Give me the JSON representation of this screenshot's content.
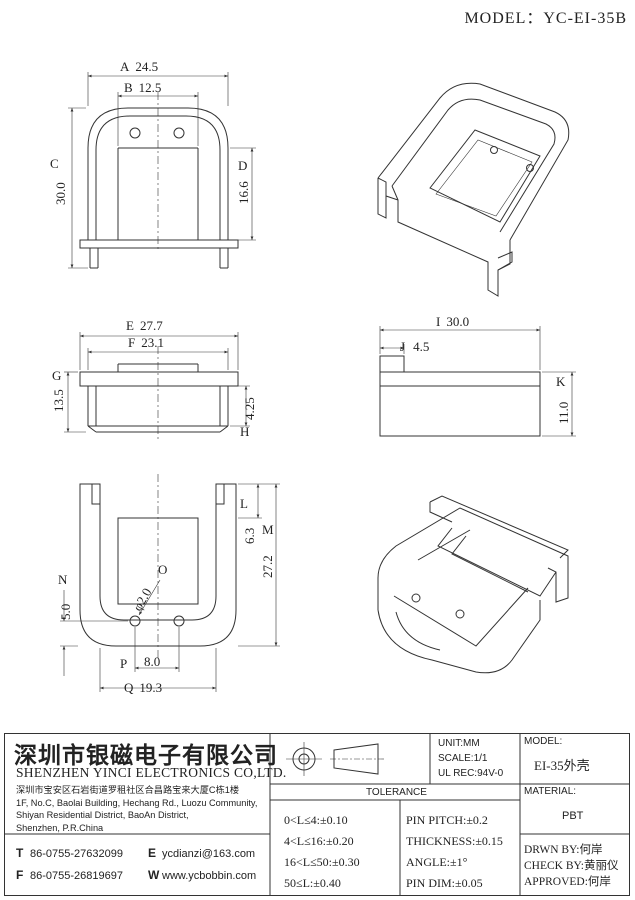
{
  "header": {
    "model": "MODEL：YC-EI-35B"
  },
  "dimensions": {
    "A": {
      "letter": "A",
      "value": "24.5"
    },
    "B": {
      "letter": "B",
      "value": "12.5"
    },
    "C": {
      "letter": "C",
      "value": "30.0"
    },
    "D": {
      "letter": "D",
      "value": "16.6"
    },
    "E": {
      "letter": "E",
      "value": "27.7"
    },
    "F": {
      "letter": "F",
      "value": "23.1"
    },
    "G": {
      "letter": "G",
      "value": "13.5"
    },
    "H": {
      "letter": "H",
      "value": "4.25"
    },
    "I": {
      "letter": "I",
      "value": "30.0"
    },
    "J": {
      "letter": "J",
      "value": "4.5"
    },
    "K": {
      "letter": "K",
      "value": "11.0"
    },
    "L": {
      "letter": "L",
      "value": "6.3"
    },
    "M": {
      "letter": "M",
      "value": "27.2"
    },
    "N": {
      "letter": "N",
      "value": "5.0"
    },
    "O": {
      "letter": "O",
      "value": "φ2.0"
    },
    "P": {
      "letter": "P",
      "value": "8.0"
    },
    "Q": {
      "letter": "Q",
      "value": "19.3"
    }
  },
  "company": {
    "name_cn": "深圳市银磁电子有限公司",
    "name_en": "SHENZHEN YINCI ELECTRONICS CO,LTD.",
    "address_cn": "深圳市宝安区石岩街道罗租社区合昌路宝来大厦C栋1楼",
    "address_en": [
      "1F, No.C, Baolai Building, Hechang Rd., Luozu Community,",
      "Shiyan Residential District, BaoAn District,",
      "Shenzhen, P.R.China"
    ],
    "tel_label": "T",
    "tel": "86-0755-27632099",
    "fax_label": "F",
    "fax": "86-0755-26819697",
    "email_label": "E",
    "email": "ycdianzi@163.com",
    "web_label": "W",
    "web": "www.ycbobbin.com"
  },
  "specs": {
    "unit": "UNIT:MM",
    "scale": "SCALE:1/1",
    "ul": "UL REC:94V-0",
    "model_label": "MODEL:",
    "model_value": "EI-35外壳",
    "material_label": "MATERIAL:",
    "material_value": "PBT"
  },
  "tolerance": {
    "title": "TOLERANCE",
    "left": [
      "0<L≤4:±0.10",
      "4<L≤16:±0.20",
      "16<L≤50:±0.30",
      "50≤L:±0.40"
    ],
    "right": [
      "PIN PITCH:±0.2",
      "THICKNESS:±0.15",
      "ANGLE:±1°",
      "PIN DIM:±0.05"
    ]
  },
  "approvals": {
    "drawn": "DRWN BY:何岸",
    "check": "CHECK BY:黄丽仪",
    "approved": "APPROVED:何岸"
  }
}
